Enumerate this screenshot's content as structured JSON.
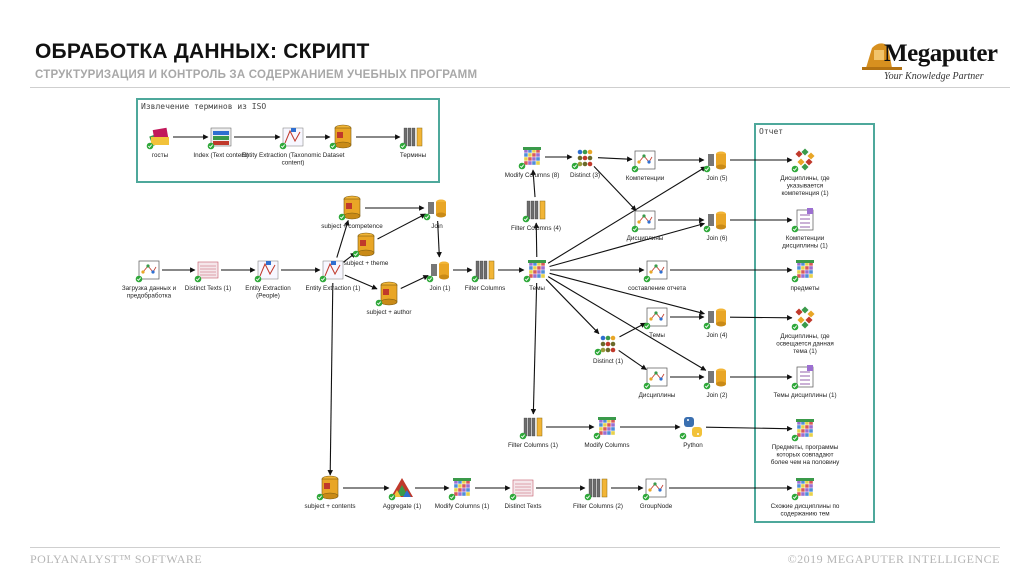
{
  "header": {
    "title": "ОБРАБОТКА ДАННЫХ: СКРИПТ",
    "subtitle": "СТРУКТУРИЗАЦИЯ И КОНТРОЛЬ ЗА СОДЕРЖАНИЕМ УЧЕБНЫХ ПРОГРАММ"
  },
  "logo": {
    "word": "Megaputer",
    "tagline": "Your Knowledge Partner"
  },
  "footer": {
    "left": "POLYANALYST™ SOFTWARE",
    "right": "©2019 MEGAPUTER INTELLIGENCE"
  },
  "groups": {
    "iso": "Извлечение терминов из ISO",
    "report": "Отчет"
  },
  "nodes": [
    {
      "id": "gosty",
      "label": [
        "госты"
      ],
      "icon": "books"
    },
    {
      "id": "index",
      "label": [
        "Index (Text content)"
      ],
      "icon": "index"
    },
    {
      "id": "ee_iso",
      "label": [
        "Entity Extraction (Taxonomic Dataset",
        "content)"
      ],
      "icon": "extraction"
    },
    {
      "id": "ds_iso",
      "label": [
        ""
      ],
      "icon": "database"
    },
    {
      "id": "terms",
      "label": [
        "Термины"
      ],
      "icon": "filter"
    },
    {
      "id": "load",
      "label": [
        "Загрузка данных и",
        "предобработка"
      ],
      "icon": "network"
    },
    {
      "id": "distinct1",
      "label": [
        "Distinct Texts (1)"
      ],
      "icon": "distinct-text"
    },
    {
      "id": "ee_people",
      "label": [
        "Entity Extraction",
        "(People)"
      ],
      "icon": "extraction"
    },
    {
      "id": "ee1",
      "label": [
        "Entity Extraction (1)"
      ],
      "icon": "extraction"
    },
    {
      "id": "subj_comp",
      "label": [
        "subject + competence"
      ],
      "icon": "database"
    },
    {
      "id": "subj_theme",
      "label": [
        "subject + theme"
      ],
      "icon": "database"
    },
    {
      "id": "subj_author",
      "label": [
        "subject + author"
      ],
      "icon": "database"
    },
    {
      "id": "join",
      "label": [
        "Join"
      ],
      "icon": "join"
    },
    {
      "id": "join1",
      "label": [
        "Join (1)"
      ],
      "icon": "join"
    },
    {
      "id": "filter_cols",
      "label": [
        "Filter Columns"
      ],
      "icon": "filter"
    },
    {
      "id": "filter_cols4",
      "label": [
        "Filter Columns (4)"
      ],
      "icon": "filter"
    },
    {
      "id": "temy",
      "label": [
        "Темы"
      ],
      "icon": "grid"
    },
    {
      "id": "modify8",
      "label": [
        "Modify Columns (8)"
      ],
      "icon": "grid"
    },
    {
      "id": "distinct3",
      "label": [
        "Distinct (3)"
      ],
      "icon": "distinct"
    },
    {
      "id": "competencies",
      "label": [
        "Компетенции"
      ],
      "icon": "network"
    },
    {
      "id": "disciplines_top",
      "label": [
        "Дисциплины"
      ],
      "icon": "network"
    },
    {
      "id": "report_build",
      "label": [
        "составление отчета"
      ],
      "icon": "network"
    },
    {
      "id": "join5",
      "label": [
        "Join (5)"
      ],
      "icon": "join"
    },
    {
      "id": "join6",
      "label": [
        "Join (6)"
      ],
      "icon": "join"
    },
    {
      "id": "distinct1b",
      "label": [
        "Distinct (1)"
      ],
      "icon": "distinct"
    },
    {
      "id": "temy2",
      "label": [
        "Темы"
      ],
      "icon": "network"
    },
    {
      "id": "disciplines2",
      "label": [
        "Дисциплины"
      ],
      "icon": "network"
    },
    {
      "id": "join4",
      "label": [
        "Join (4)"
      ],
      "icon": "join"
    },
    {
      "id": "join2",
      "label": [
        "Join (2)"
      ],
      "icon": "join"
    },
    {
      "id": "filter_cols1",
      "label": [
        "Filter Columns (1)"
      ],
      "icon": "filter"
    },
    {
      "id": "modify_cols",
      "label": [
        "Modify Columns"
      ],
      "icon": "grid"
    },
    {
      "id": "python",
      "label": [
        "Python"
      ],
      "icon": "python"
    },
    {
      "id": "subj_contents",
      "label": [
        "subject + contents"
      ],
      "icon": "database"
    },
    {
      "id": "aggregate1",
      "label": [
        "Aggregate (1)"
      ],
      "icon": "aggregate"
    },
    {
      "id": "modify1",
      "label": [
        "Modify Columns (1)"
      ],
      "icon": "grid"
    },
    {
      "id": "distinct_texts",
      "label": [
        "Distinct Texts"
      ],
      "icon": "distinct-text"
    },
    {
      "id": "filter_cols2",
      "label": [
        "Filter Columns (2)"
      ],
      "icon": "filter"
    },
    {
      "id": "groupnode",
      "label": [
        "GroupNode"
      ],
      "icon": "network"
    },
    {
      "id": "r_disc_comp",
      "label": [
        "Дисциплины, где",
        "указывается",
        "компетенция (1)"
      ],
      "icon": "checklist"
    },
    {
      "id": "r_comp_disc",
      "label": [
        "Компетенции",
        "дисциплины (1)"
      ],
      "icon": "document"
    },
    {
      "id": "r_subjects",
      "label": [
        "предметы"
      ],
      "icon": "grid"
    },
    {
      "id": "r_disc_theme",
      "label": [
        "Дисциплины, где",
        "освещается данная",
        "тема (1)"
      ],
      "icon": "checklist"
    },
    {
      "id": "r_theme_disc",
      "label": [
        "Темы дисциплины (1)"
      ],
      "icon": "document"
    },
    {
      "id": "r_programs",
      "label": [
        "Предметы, программы",
        "которых совпадают",
        "более чем на половину"
      ],
      "icon": "grid"
    },
    {
      "id": "r_similar",
      "label": [
        "Схожие дисциплины по",
        "содержанию тем"
      ],
      "icon": "grid"
    }
  ],
  "edges": [
    [
      "gosty",
      "index"
    ],
    [
      "index",
      "ee_iso"
    ],
    [
      "ee_iso",
      "ds_iso"
    ],
    [
      "ds_iso",
      "terms"
    ],
    [
      "load",
      "distinct1"
    ],
    [
      "distinct1",
      "ee_people"
    ],
    [
      "ee_people",
      "ee1"
    ],
    [
      "ee1",
      "subj_comp"
    ],
    [
      "ee1",
      "subj_theme"
    ],
    [
      "ee1",
      "subj_author"
    ],
    [
      "ee1",
      "subj_contents"
    ],
    [
      "subj_comp",
      "join"
    ],
    [
      "subj_theme",
      "join"
    ],
    [
      "subj_author",
      "join1"
    ],
    [
      "join",
      "join1"
    ],
    [
      "join1",
      "filter_cols"
    ],
    [
      "filter_cols",
      "temy"
    ],
    [
      "temy",
      "filter_cols4"
    ],
    [
      "filter_cols4",
      "modify8"
    ],
    [
      "modify8",
      "distinct3"
    ],
    [
      "distinct3",
      "competencies"
    ],
    [
      "distinct3",
      "disciplines_top"
    ],
    [
      "competencies",
      "join5"
    ],
    [
      "disciplines_top",
      "join6"
    ],
    [
      "temy",
      "join5"
    ],
    [
      "temy",
      "join6"
    ],
    [
      "temy",
      "report_build"
    ],
    [
      "temy",
      "join4"
    ],
    [
      "temy",
      "join2"
    ],
    [
      "temy",
      "filter_cols1"
    ],
    [
      "report_build",
      "r_subjects"
    ],
    [
      "join5",
      "r_disc_comp"
    ],
    [
      "join6",
      "r_comp_disc"
    ],
    [
      "temy",
      "distinct1b"
    ],
    [
      "distinct1b",
      "temy2"
    ],
    [
      "distinct1b",
      "disciplines2"
    ],
    [
      "temy2",
      "join4"
    ],
    [
      "disciplines2",
      "join2"
    ],
    [
      "join4",
      "r_disc_theme"
    ],
    [
      "join2",
      "r_theme_disc"
    ],
    [
      "filter_cols1",
      "modify_cols"
    ],
    [
      "modify_cols",
      "python"
    ],
    [
      "python",
      "r_programs"
    ],
    [
      "subj_contents",
      "aggregate1"
    ],
    [
      "aggregate1",
      "modify1"
    ],
    [
      "modify1",
      "distinct_texts"
    ],
    [
      "distinct_texts",
      "filter_cols2"
    ],
    [
      "filter_cols2",
      "groupnode"
    ],
    [
      "groupnode",
      "r_similar"
    ]
  ]
}
